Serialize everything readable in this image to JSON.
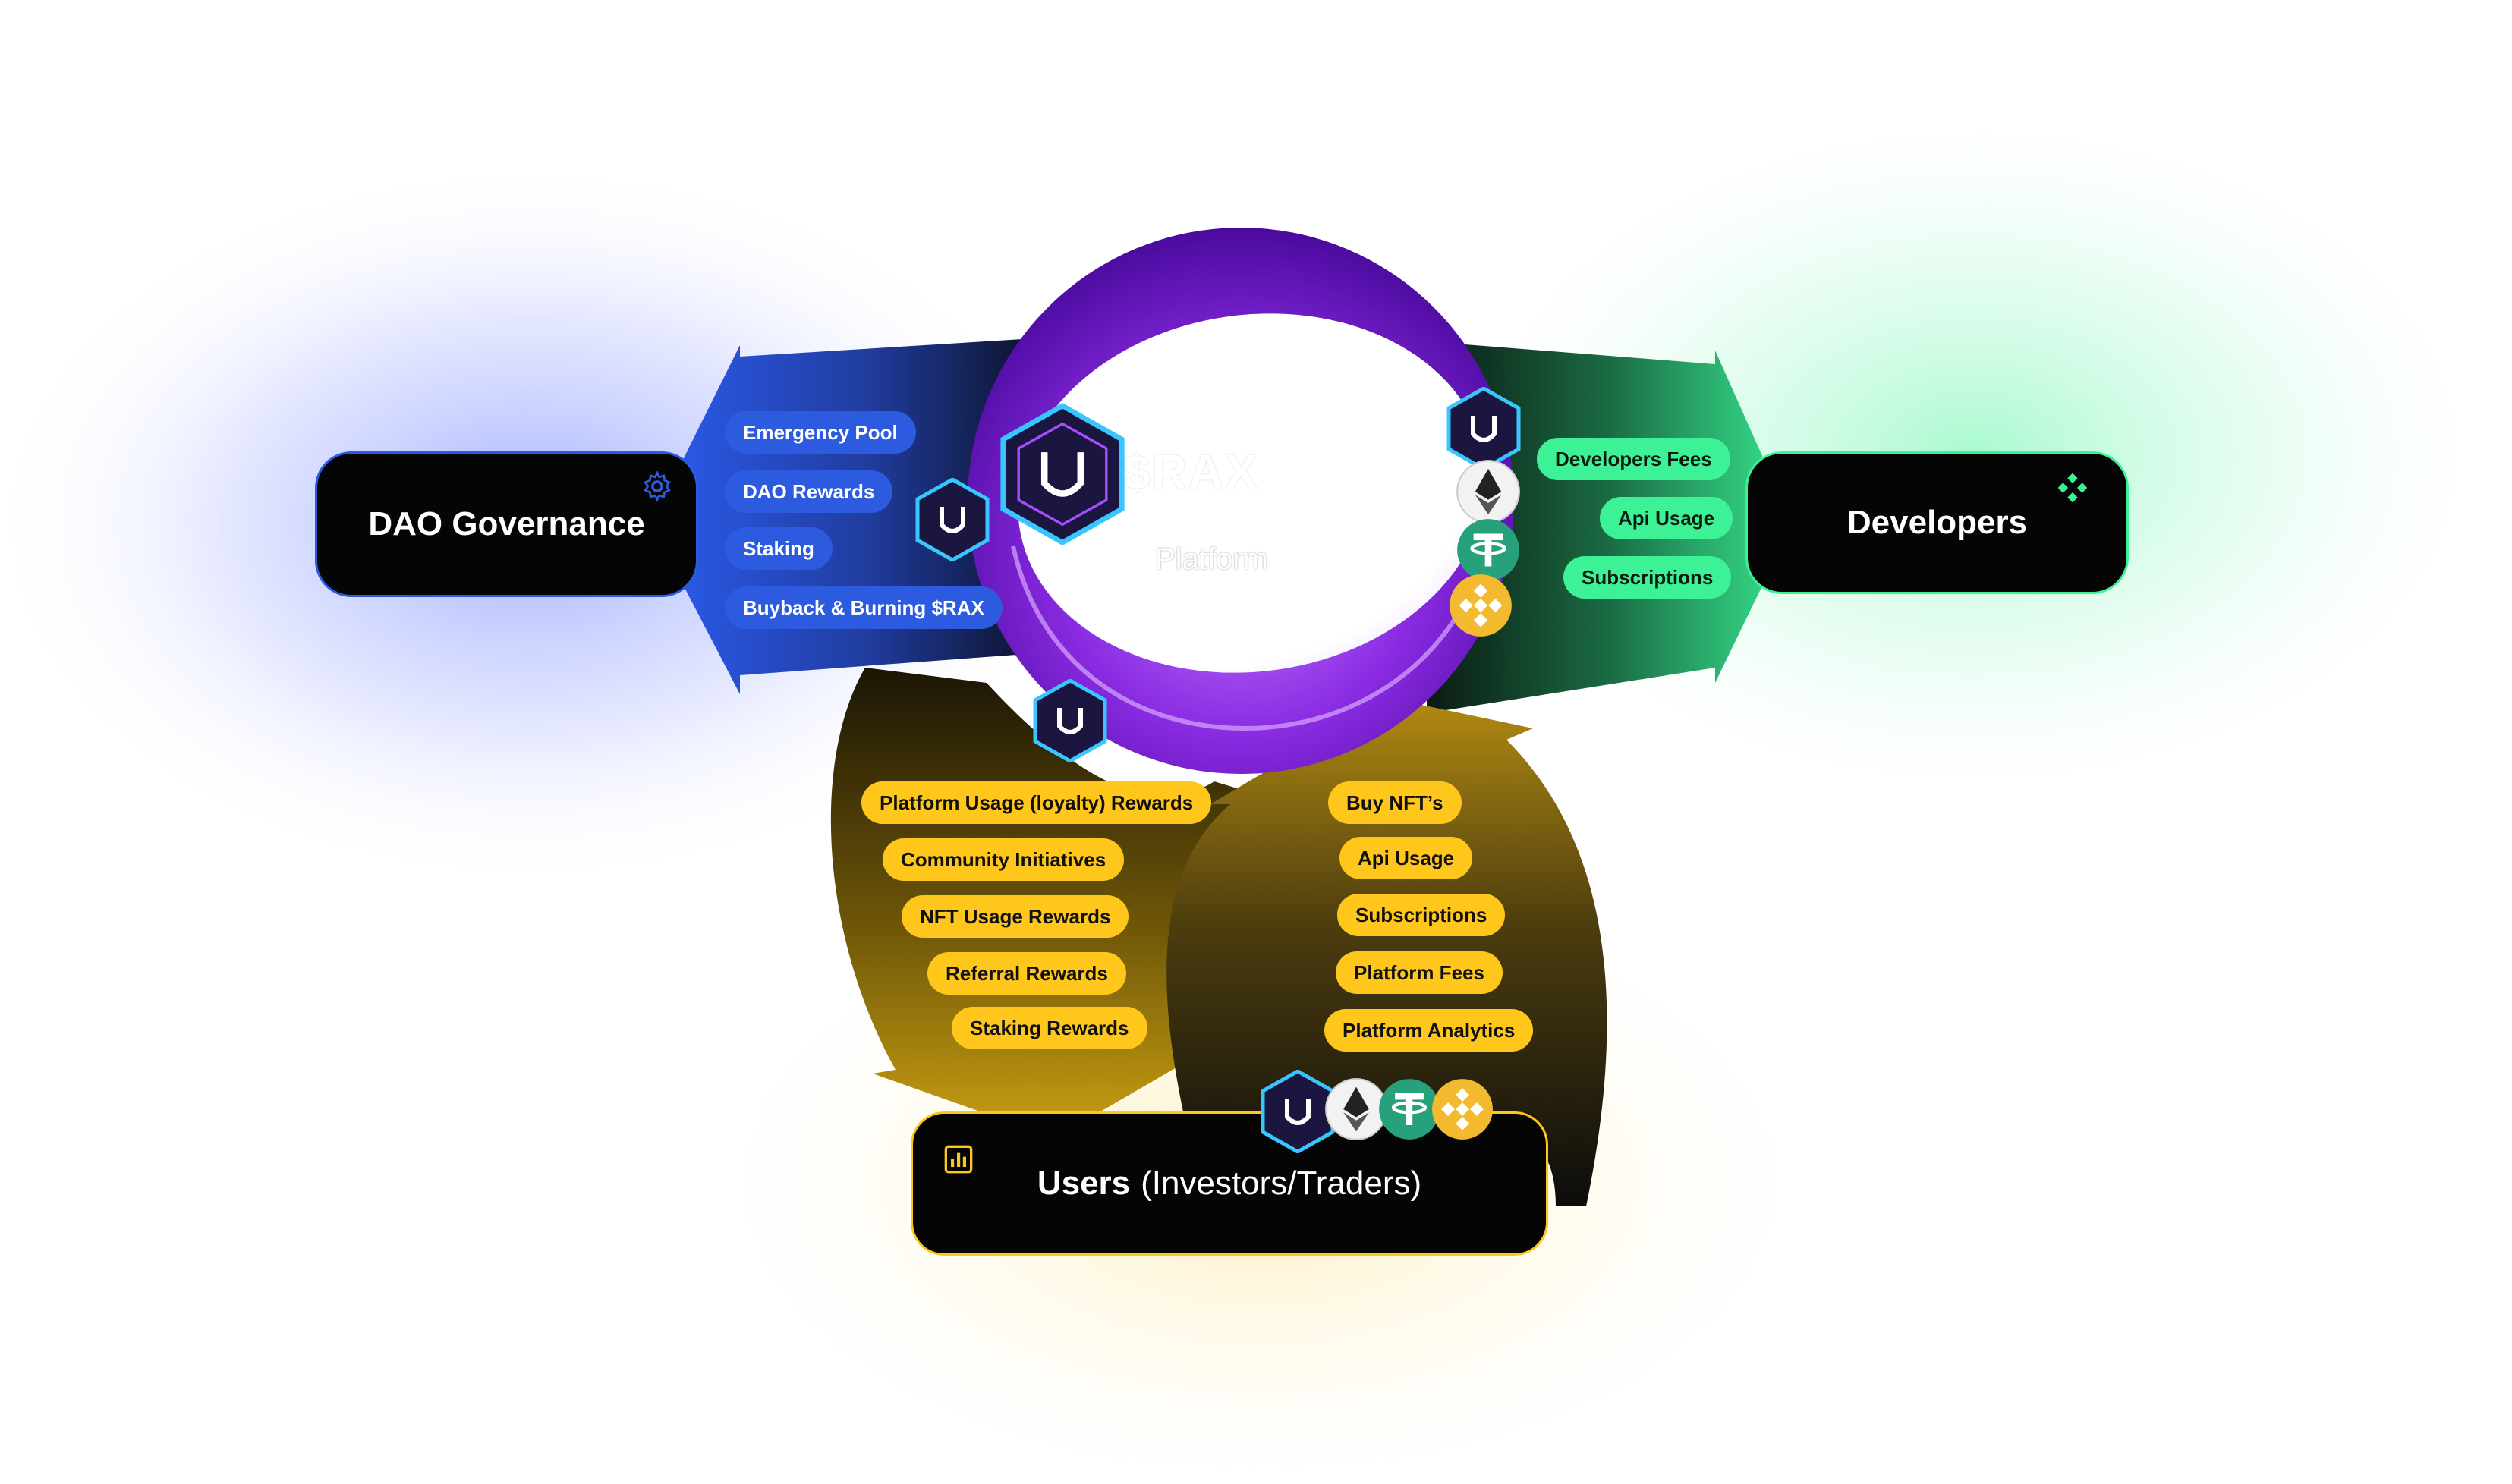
{
  "colors": {
    "dao_blue": "#2d5be0",
    "developer_green": "#3df296",
    "users_yellow": "#ffc71c",
    "platform_purple": "#8a2be2",
    "box_black": "#050505"
  },
  "platform": {
    "title": "$RAX",
    "subtitle": "Platform"
  },
  "dao": {
    "title": "DAO Governance",
    "icon": "gear-icon",
    "items": [
      "Emergency Pool",
      "DAO Rewards",
      "Staking",
      "Buyback & Burning $RAX"
    ]
  },
  "developers": {
    "title": "Developers",
    "icon": "network-icon",
    "items": [
      "Developers Fees",
      "Api Usage",
      "Subscriptions"
    ]
  },
  "users": {
    "title": "Users",
    "subtitle": "(Investors/Traders)",
    "icon": "chart-icon",
    "rewards": [
      "Platform Usage (loyalty) Rewards",
      "Community Initiatives",
      "NFT Usage Rewards",
      "Referral Rewards",
      "Staking Rewards"
    ],
    "payments": [
      "Buy NFT’s",
      "Api Usage",
      "Subscriptions",
      "Platform Fees",
      "Platform Analytics"
    ]
  },
  "tokens": [
    "rax-token-icon",
    "ethereum-icon",
    "tether-icon",
    "binance-icon"
  ]
}
